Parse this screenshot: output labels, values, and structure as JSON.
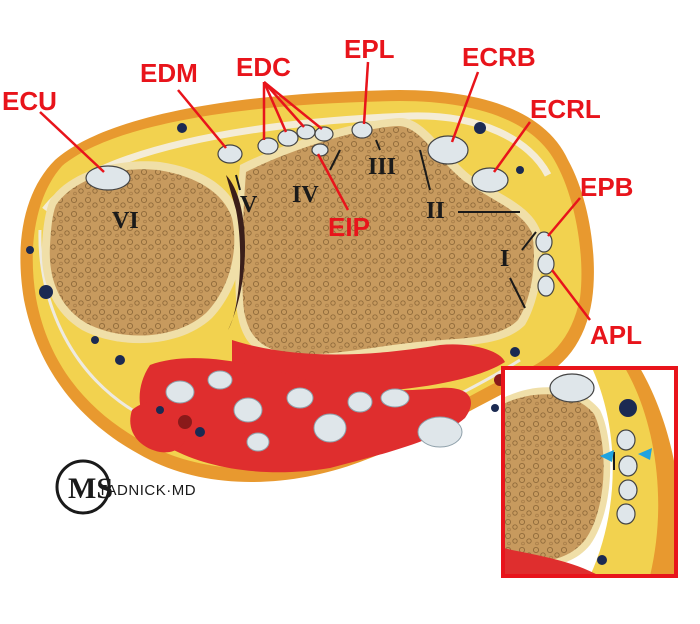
{
  "colors": {
    "label_red": "#e8141b",
    "dark_text": "#1a1a1a",
    "fat_yellow": "#f2d24f",
    "skin_orange": "#e8992f",
    "bone": "#c79a5e",
    "bone_cortex": "#f0dfa8",
    "tendon": "#dfe6ea",
    "muscle_red": "#df2e2e",
    "vessel": "#1b2a52",
    "inset_frame": "#e8141b"
  },
  "labels": {
    "ecu": "ECU",
    "edm": "EDM",
    "edc": "EDC",
    "epl": "EPL",
    "ecrb": "ECRB",
    "ecrl": "ECRL",
    "epb": "EPB",
    "eip": "EIP",
    "apl": "APL"
  },
  "compartments": {
    "i": "I",
    "ii": "II",
    "iii": "III",
    "iv": "IV",
    "v": "V",
    "vi": "VI"
  },
  "logo": {
    "initials": "MS",
    "name": "TADNICK·MD"
  },
  "icons": [
    "inset-arrow-icon"
  ]
}
